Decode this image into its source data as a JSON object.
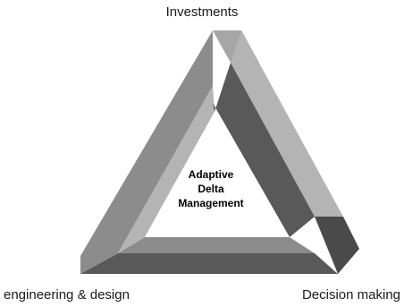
{
  "diagram": {
    "top_label": "Investments",
    "bottom_left_label": "engineering & design",
    "bottom_right_label": "Decision making",
    "center_lines": [
      "Adaptive",
      "Delta",
      "Management"
    ]
  },
  "colors": {
    "face_light": "#b4b4b4",
    "face_mid": "#8c8c8c",
    "face_dark": "#595959",
    "face_darkest": "#4a4a4a",
    "text": "#1a1a1a"
  }
}
